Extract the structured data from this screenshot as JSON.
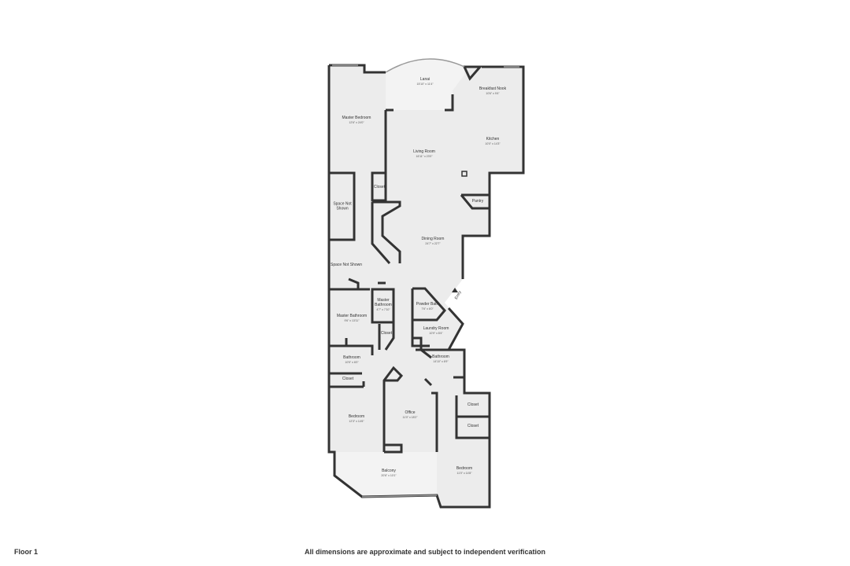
{
  "floor_label": "Floor 1",
  "disclaimer": "All dimensions are approximate and subject to independent verification",
  "colors": {
    "wall": "#333333",
    "floor": "#ececec",
    "exterior": "#f3f3f3"
  },
  "rooms": [
    {
      "name": "Lanai",
      "dims": "15'10\" x 11'4\""
    },
    {
      "name": "Breakfast Nook",
      "dims": "10'6\" x 9'4\""
    },
    {
      "name": "Master Bedroom",
      "dims": "12'6\" x 24'0\""
    },
    {
      "name": "Kitchen",
      "dims": "10'0\" x 14'3\""
    },
    {
      "name": "Living Room",
      "dims": "16'11\" x 23'0\""
    },
    {
      "name": "Closet",
      "dims": ""
    },
    {
      "name": "Space Not Shown",
      "dims": ""
    },
    {
      "name": "Pantry",
      "dims": ""
    },
    {
      "name": "Dining Room",
      "dims": "24'7\" x 22'7\""
    },
    {
      "name": "Space Not Shown",
      "dims": ""
    },
    {
      "name": "Entry",
      "dims": ""
    },
    {
      "name": "Master Bathroom",
      "dims": "4'7\" x 7'10\""
    },
    {
      "name": "Powder Bath",
      "dims": "7'6\" x 6'0\""
    },
    {
      "name": "Master Bathroom",
      "dims": "9'6\" x 13'11\""
    },
    {
      "name": "Laundry Room",
      "dims": "10'9\" x 8'4\""
    },
    {
      "name": "Closet",
      "dims": ""
    },
    {
      "name": "Bathroom",
      "dims": "10'5\" x 6'0\""
    },
    {
      "name": "Bathroom",
      "dims": "14'10\" x 6'9\""
    },
    {
      "name": "Closet",
      "dims": ""
    },
    {
      "name": "Closet",
      "dims": ""
    },
    {
      "name": "Bedroom",
      "dims": "12'3\" x 14'6\""
    },
    {
      "name": "Office",
      "dims": "11'0\" x 18'2\""
    },
    {
      "name": "Closet",
      "dims": ""
    },
    {
      "name": "Balcony",
      "dims": "20'6\" x 10'1\""
    },
    {
      "name": "Bedroom",
      "dims": "11'0\" x 14'8\""
    }
  ]
}
